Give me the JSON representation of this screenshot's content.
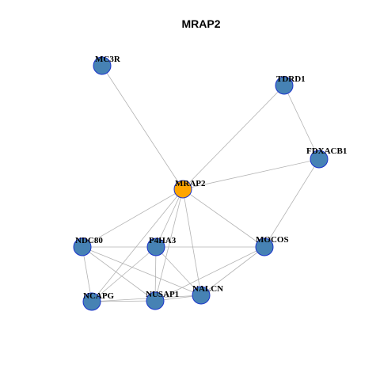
{
  "title": "MRAP2",
  "colors": {
    "hub_fill": "#FFA500",
    "node_fill": "#4682B4",
    "node_stroke": "#1A33CC",
    "edge": "#B3B3B3"
  },
  "nodes": [
    {
      "id": "MRAP2",
      "label": "MRAP2",
      "role": "hub"
    },
    {
      "id": "MC3R",
      "label": "MC3R",
      "role": "neighbor"
    },
    {
      "id": "TDRD1",
      "label": "TDRD1",
      "role": "neighbor"
    },
    {
      "id": "FDXACB1",
      "label": "FDXACB1",
      "role": "neighbor"
    },
    {
      "id": "NDC80",
      "label": "NDC80",
      "role": "neighbor"
    },
    {
      "id": "P4HA3",
      "label": "P4HA3",
      "role": "neighbor"
    },
    {
      "id": "MOCOS",
      "label": "MOCOS",
      "role": "neighbor"
    },
    {
      "id": "NALCN",
      "label": "NALCN",
      "role": "neighbor"
    },
    {
      "id": "NCAPG",
      "label": "NCAPG",
      "role": "neighbor"
    },
    {
      "id": "NUSAP1",
      "label": "NUSAP1",
      "role": "neighbor"
    }
  ],
  "edges": [
    [
      "MRAP2",
      "MC3R"
    ],
    [
      "MRAP2",
      "FDXACB1"
    ],
    [
      "MRAP2",
      "NDC80"
    ],
    [
      "MRAP2",
      "P4HA3"
    ],
    [
      "MRAP2",
      "MOCOS"
    ],
    [
      "MRAP2",
      "NALCN"
    ],
    [
      "MRAP2",
      "NCAPG"
    ],
    [
      "MRAP2",
      "NUSAP1"
    ],
    [
      "TDRD1",
      "FDXACB1"
    ],
    [
      "TDRD1",
      "MRAP2"
    ],
    [
      "FDXACB1",
      "MOCOS"
    ],
    [
      "NDC80",
      "MOCOS"
    ],
    [
      "NDC80",
      "NCAPG"
    ],
    [
      "NDC80",
      "NUSAP1"
    ],
    [
      "NDC80",
      "NALCN"
    ],
    [
      "P4HA3",
      "NCAPG"
    ],
    [
      "P4HA3",
      "NUSAP1"
    ],
    [
      "P4HA3",
      "NALCN"
    ],
    [
      "MOCOS",
      "NUSAP1"
    ],
    [
      "MOCOS",
      "NALCN"
    ],
    [
      "NCAPG",
      "NUSAP1"
    ],
    [
      "NCAPG",
      "NALCN"
    ],
    [
      "NUSAP1",
      "NALCN"
    ]
  ]
}
